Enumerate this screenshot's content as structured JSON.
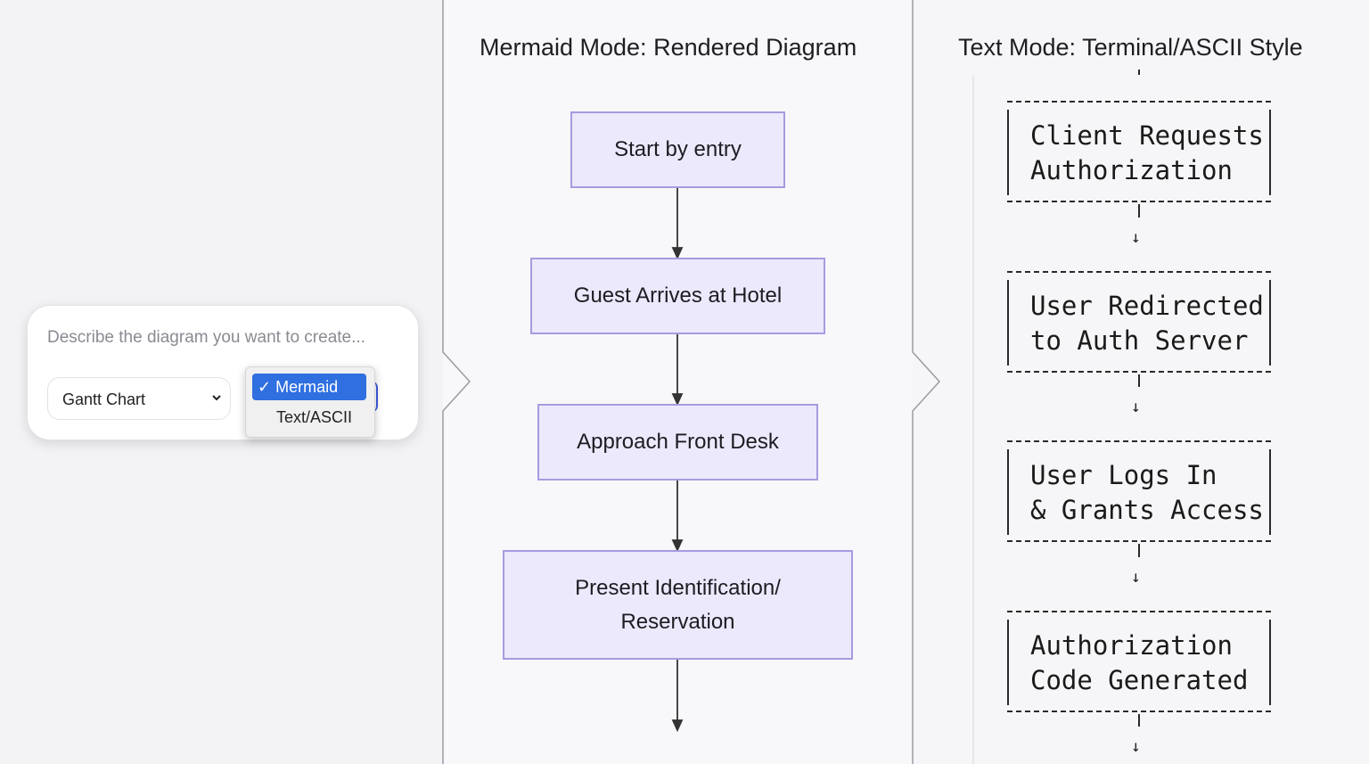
{
  "prompt": {
    "placeholder": "Describe the diagram you want to create...",
    "diagram_type": "Gantt Chart",
    "mode_options": [
      {
        "label": "Mermaid",
        "selected": true
      },
      {
        "label": "Text/ASCII",
        "selected": false
      }
    ],
    "check_glyph": "✓"
  },
  "mermaid_panel": {
    "title": "Mermaid Mode: Rendered Diagram",
    "nodes": [
      {
        "label": "Start by entry"
      },
      {
        "label": "Guest Arrives at Hotel"
      },
      {
        "label": "Approach Front Desk"
      },
      {
        "label": "Present Identification/\nReservation"
      }
    ]
  },
  "ascii_panel": {
    "title": "Text Mode: Terminal/ASCII Style",
    "boxes": [
      {
        "lines": "Client Requests\nAuthorization"
      },
      {
        "lines": "User Redirected\nto Auth Server"
      },
      {
        "lines": "User Logs In\n& Grants Access"
      },
      {
        "lines": "Authorization\nCode Generated"
      }
    ],
    "arrow_glyph": "↓"
  },
  "colors": {
    "node_fill": "#ebe9fb",
    "node_border": "#a79be0",
    "accent": "#2f6fe0"
  }
}
